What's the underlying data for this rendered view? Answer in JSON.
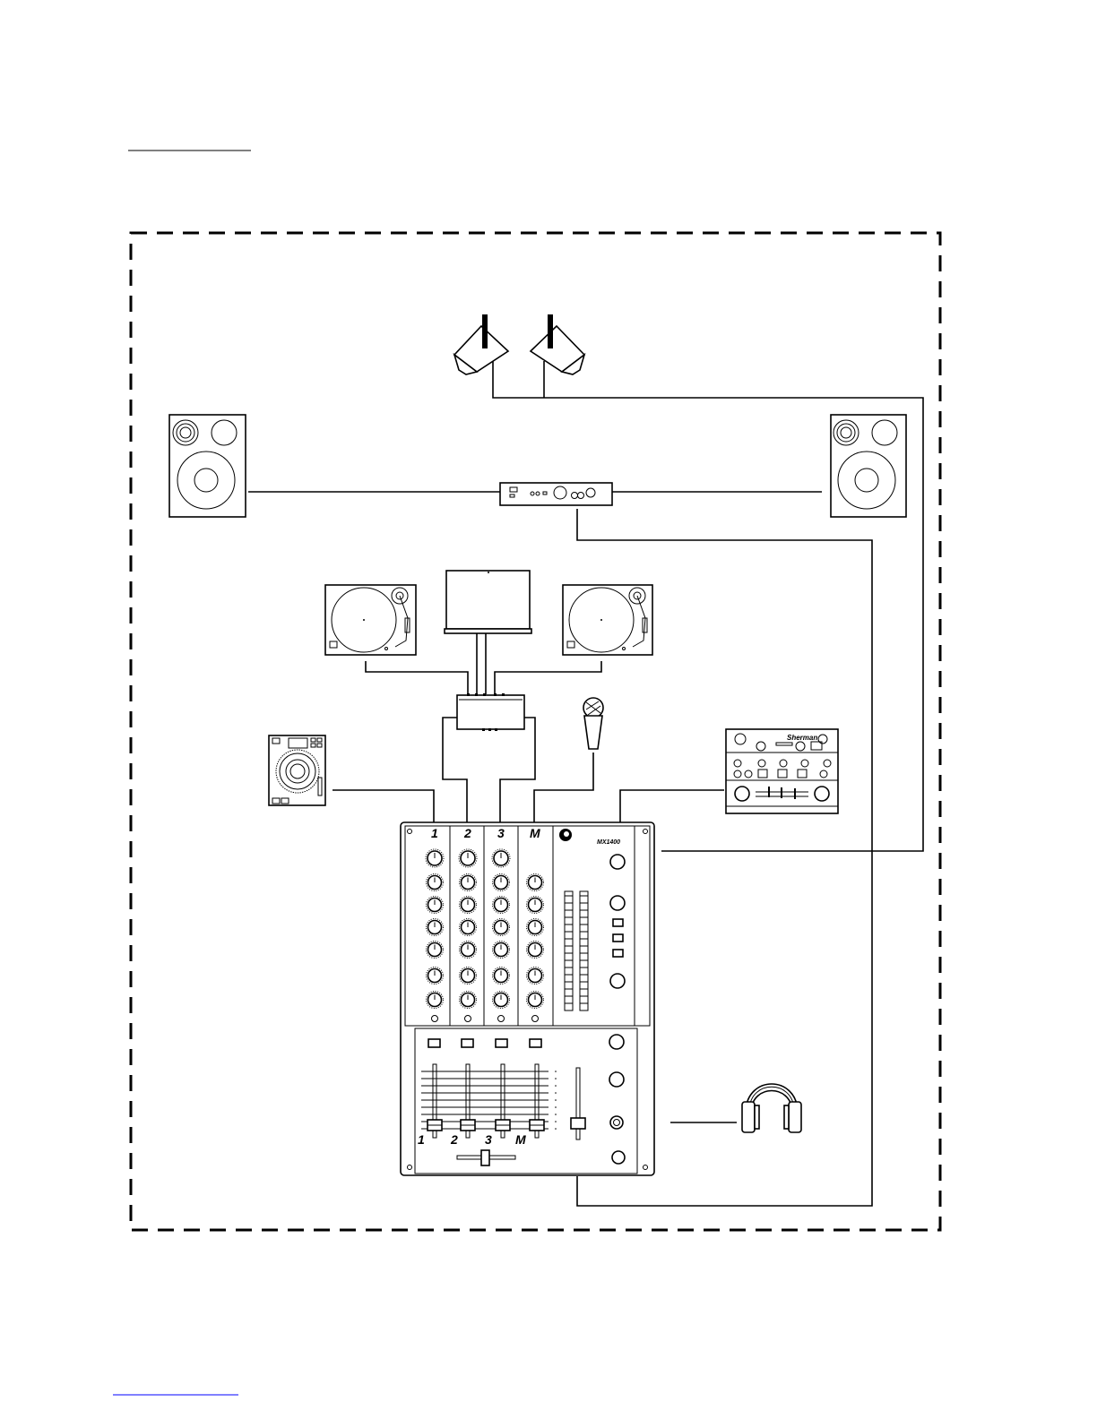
{
  "mixer": {
    "model": "MX1400",
    "channels_top": [
      "1",
      "2",
      "3",
      "M"
    ],
    "channels_bottom": [
      "1",
      "2",
      "3",
      "M"
    ]
  },
  "fx_unit": {
    "brand": "Sherman"
  },
  "colors": {
    "line": "#000000",
    "background": "#ffffff",
    "link": "#0000ff"
  }
}
